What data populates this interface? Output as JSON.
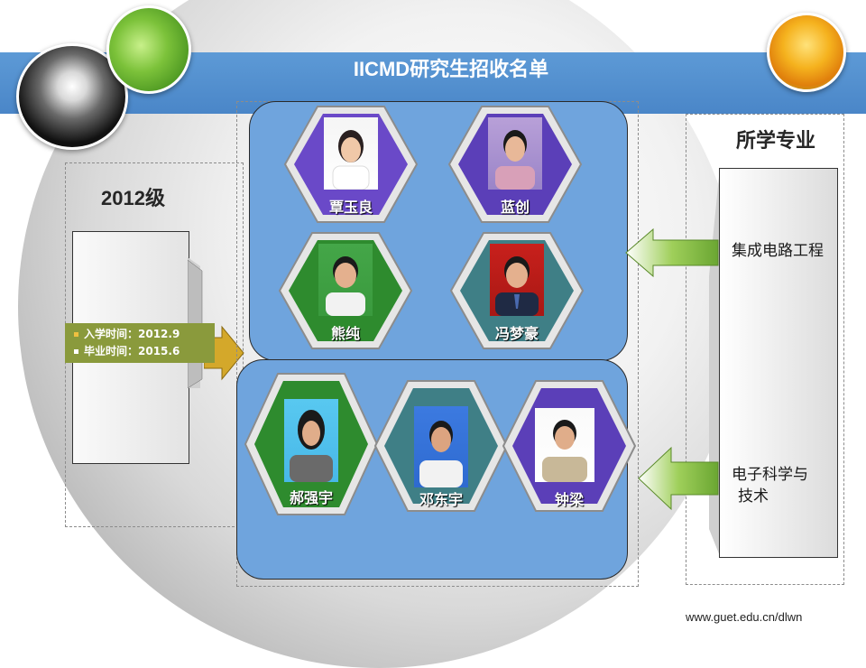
{
  "slide": {
    "title": "IICMD研究生招收名单",
    "year": "2012级",
    "enroll_time": "入学时间：2012.9",
    "graduate_time": "毕业时间：2015.6",
    "major_heading": "所学专业",
    "majors": [
      "集成电路工程",
      "电子科学与",
      "技术"
    ],
    "url": "www.guet.edu.cn/dlwn"
  },
  "students": {
    "group1": [
      "覃玉良",
      "蓝创",
      "熊纯",
      "冯梦豪"
    ],
    "group2": [
      "郝强宇",
      "邓东宇",
      "钟梁"
    ]
  },
  "colors": {
    "banner": "#4a86c8",
    "panel": "#6fa4dd",
    "arrow_green": "#7cb342",
    "arrow_gold": "#d4a82a",
    "hex_purple": "#6a49c8",
    "hex_green": "#2e8b2e",
    "hex_teal": "#3f7f86"
  }
}
